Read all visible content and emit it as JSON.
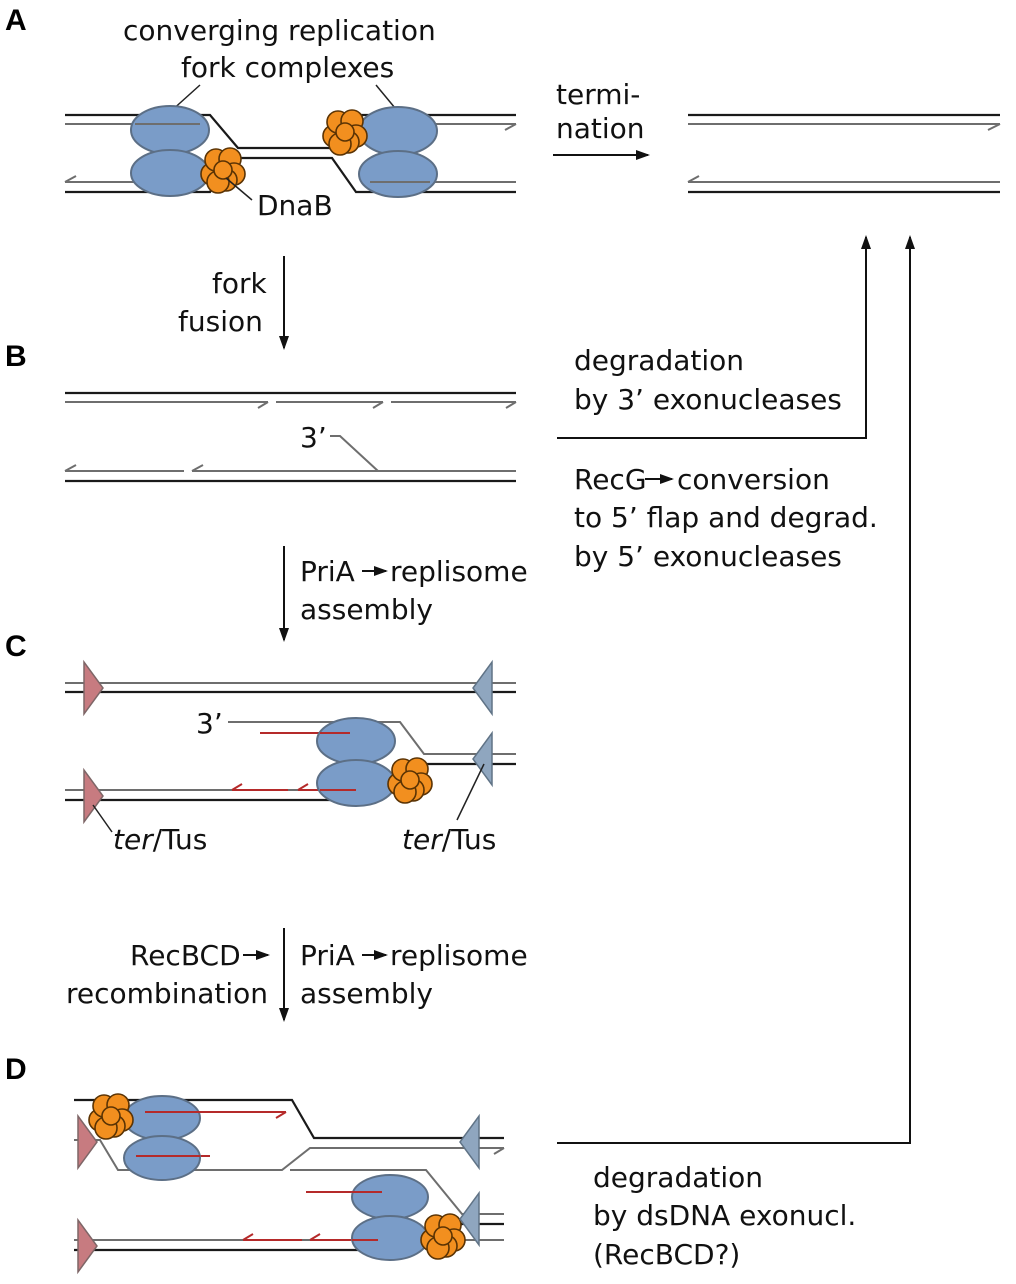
{
  "panels": {
    "a": "A",
    "b": "B",
    "c": "C",
    "d": "D"
  },
  "labels": {
    "converging_line1": "converging replication",
    "converging_line2": "fork complexes",
    "dnab": "DnaB",
    "termination_line1": "termi-",
    "termination_line2": "nation",
    "fork_fusion_line1": "fork",
    "fork_fusion_line2": "fusion",
    "three_prime_b": "3’",
    "degradation3_line1": "degradation",
    "degradation3_line2": "by 3’ exonucleases",
    "recg_prefix": "RecG",
    "recg_line1_rest": "conversion",
    "recg_line2": "to 5’ flap and degrad.",
    "recg_line3": "by 5’ exonucleases",
    "pria_prefix": "PriA",
    "pria_suffix": "replisome",
    "assembly": "assembly",
    "three_prime_c": "3’",
    "ter_italic": "ter",
    "tus": "/Tus",
    "recbcd_prefix": "RecBCD",
    "recombination": "recombination",
    "dsdna_line1": "degradation",
    "dsdna_line2": "by dsDNA exonucl.",
    "dsdna_line3": "(RecBCD?)"
  },
  "colors": {
    "polymerase": "#7a9cc8",
    "dnab_helicase": "#f28f1f",
    "nascent_strand": "#b52a2a",
    "ter_tus_left": "#c77b80",
    "ter_tus_right": "#8fa6bf"
  }
}
